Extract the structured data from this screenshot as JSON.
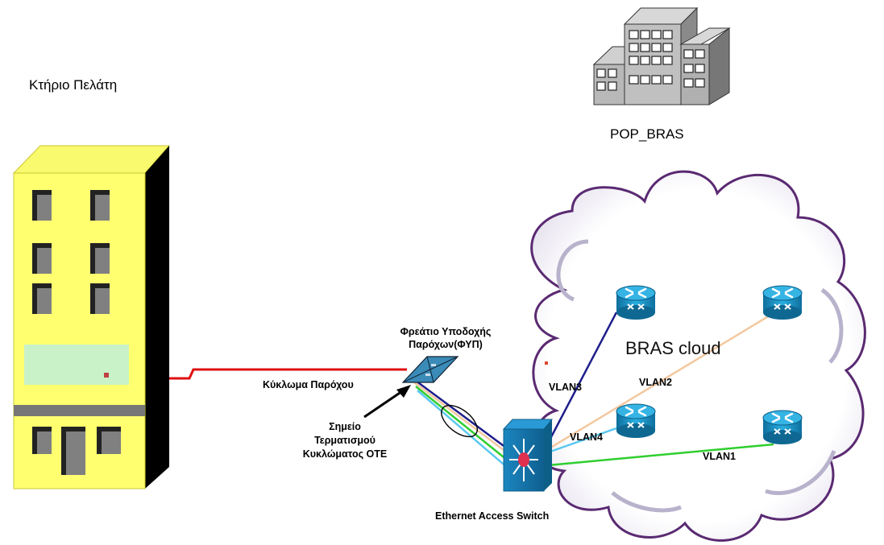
{
  "labels": {
    "customer_building": "Κτήριο Πελάτη",
    "pop": "POP_BRAS",
    "cloud": "BRAS cloud",
    "provider_circuit": "Κύκλωμα Παρόχου",
    "manhole_line1": "Φρεάτιο Υποδοχής",
    "manhole_line2": "Παρόχων(ΦΥΠ)",
    "termination_line1": "Σημείο",
    "termination_line2": "Τερματισμού",
    "termination_line3": "Κυκλώματος ΟΤΕ",
    "switch": "Ethernet Access Switch",
    "vlan1": "VLAN1",
    "vlan2": "VLAN2",
    "vlan3": "VLAN3",
    "vlan4": "VLAN4"
  },
  "colors": {
    "building_yellow": "#fafa6e",
    "circuit_red": "#e01010",
    "vlan1": "#2fce2f",
    "vlan2": "#f3c9a0",
    "vlan3": "#1e1e8c",
    "vlan4": "#5ac8f0",
    "router_blue": "#1a9cd0",
    "cloud_outline": "#5a2a72"
  },
  "icons": [
    "building-icon",
    "office-building-icon",
    "router-icon",
    "multilayer-switch-icon",
    "patch-panel-icon"
  ]
}
